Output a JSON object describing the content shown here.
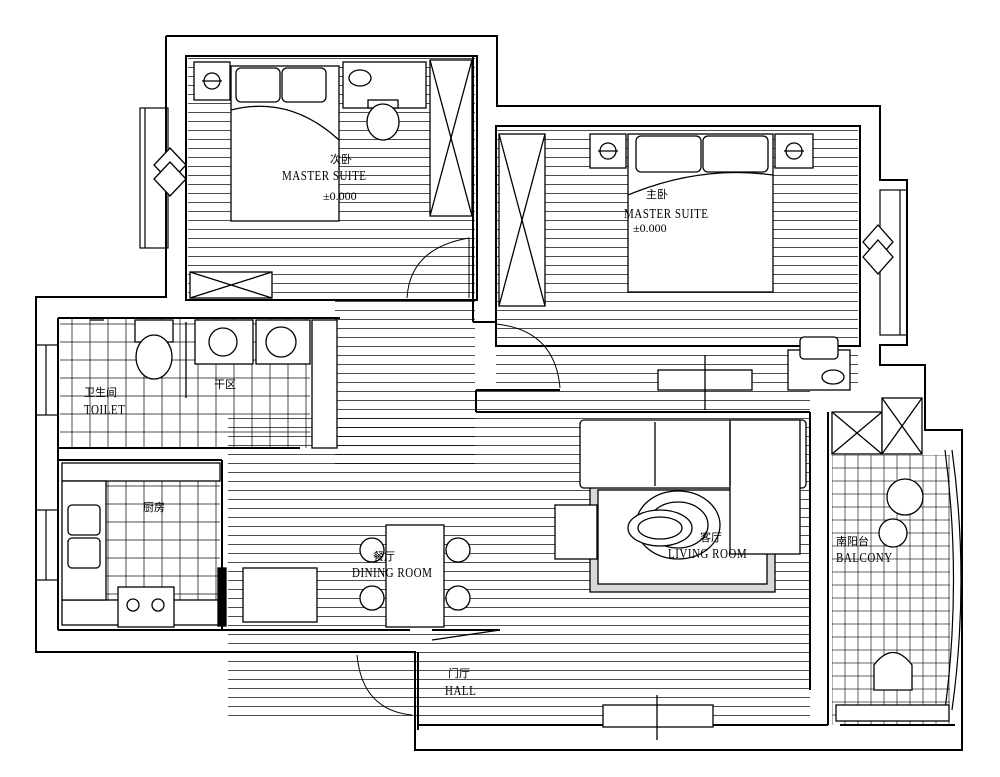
{
  "rooms": {
    "bedroom_left": {
      "name_zh": "次卧",
      "name_en": "MASTER SUITE",
      "level": "±0.000"
    },
    "bedroom_right": {
      "name_zh": "主卧",
      "name_en": "MASTER SUITE",
      "level": "±0.000"
    },
    "toilet": {
      "name_zh": "卫生间",
      "name_en": "TOILET"
    },
    "dry_area": {
      "name_zh": "干区"
    },
    "kitchen": {
      "name_zh": "厨房"
    },
    "dining": {
      "name_zh": "餐厅",
      "name_en": "DINING ROOM"
    },
    "living": {
      "name_zh": "客厅",
      "name_en": "LIVING ROOM"
    },
    "balcony": {
      "name_zh": "南阳台",
      "name_en": "BALCONY"
    },
    "hall": {
      "name_zh": "门厅",
      "name_en": "HALL"
    }
  },
  "colors": {
    "line": "#000000",
    "background": "#ffffff",
    "rug_fill": "#d9d9d9"
  }
}
